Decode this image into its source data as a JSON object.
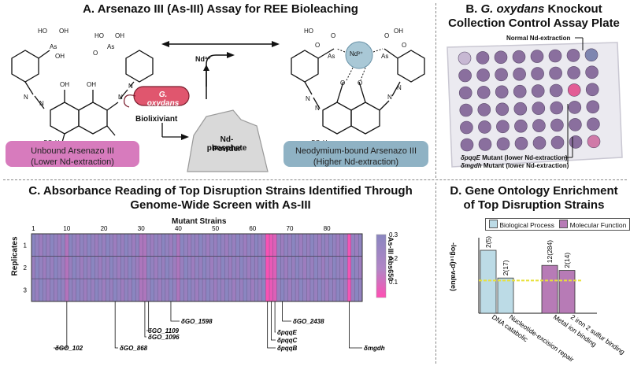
{
  "panelA": {
    "title": "A. Arsenazo III (As-III) Assay for REE Bioleaching",
    "organism": "G. oxydans",
    "nd_ion": "Nd³⁺",
    "nd_center": "Nd³⁺",
    "biolixiviant": "Biolixiviant",
    "powder_line1": "Nd-phosphate",
    "powder_line2": "Powder",
    "unbound_line1": "Unbound Arsenazo III",
    "unbound_line2": "(Lower Nd-extraction)",
    "bound_line1": "Neodymium-bound Arsenazo III",
    "bound_line2": "(Higher Nd-extraction)",
    "colors": {
      "unbound_box": "#d77bbd",
      "bound_box": "#8fb2c4",
      "organism": "#e0566e"
    }
  },
  "panelB": {
    "title_prefix": "B. ",
    "title_italic": "G. oxydans",
    "title_rest": " Knockout",
    "title_line2": "Collection Control Assay Plate",
    "normal_label": "Normal Nd-extraction",
    "pqqE_gene": "δpqqE",
    "pqqE_rest": " Mutant (lower Nd-extraction)",
    "mgdh_gene": "δmgdh",
    "mgdh_rest": " Mutant (lower Nd-extraction)"
  },
  "panelC": {
    "title_line1": "C. Absorbance Reading of Top Disruption Strains Identified Through",
    "title_line2": "Genome-Wide Screen with As-III",
    "x_title": "Mutant Strains",
    "x_ticks": [
      "1",
      "10",
      "20",
      "30",
      "40",
      "50",
      "60",
      "70",
      "80"
    ],
    "y_title": "Replicates",
    "y_ticks": [
      "1",
      "2",
      "3"
    ],
    "colorbar_title": "As-III Abs650",
    "colorbar_ticks": [
      "0.3",
      "0.2",
      "0.1"
    ],
    "strain_labels": [
      "δGO_102",
      "δGO_868",
      "δGO_1096",
      "δGO_1109",
      "δGO_1598",
      "δpqqB",
      "δpqqC",
      "δpqqE",
      "δGO_2438",
      "δmgdh"
    ]
  },
  "panelD": {
    "title_line1": "D. Gene Ontology Enrichment",
    "title_line2": "of Top Disruption Strains",
    "legend": [
      "Biological Process",
      "Molecular Function"
    ],
    "y_label": "-log₁₀(p-value)",
    "bar_labels": [
      "2(5)",
      "2(17)",
      "12(284)",
      "2(14)"
    ],
    "categories": [
      "DNA catabolic",
      "Nucleotide-excision repair",
      "Metal ion binding",
      "2 iron 2 sulfur binding"
    ],
    "colors": {
      "bio": "#bcdbe6",
      "mol": "#b77bb6",
      "threshold": "#e8e03a"
    }
  },
  "chart_data": {
    "type": "bar",
    "categories": [
      "DNA catabolic",
      "Nucleotide-excision repair",
      "Metal ion binding",
      "2 iron 2 sulfur binding"
    ],
    "series": [
      {
        "name": "Biological Process",
        "values": [
          2.5,
          1.4,
          null,
          null
        ]
      },
      {
        "name": "Molecular Function",
        "values": [
          null,
          null,
          1.9,
          1.7
        ]
      }
    ],
    "bar_labels": [
      "2(5)",
      "2(17)",
      "12(284)",
      "2(14)"
    ],
    "threshold": 1.3,
    "ylim": [
      0,
      3
    ],
    "ylabel": "-log₁₀(p-value)",
    "legend": "top"
  }
}
